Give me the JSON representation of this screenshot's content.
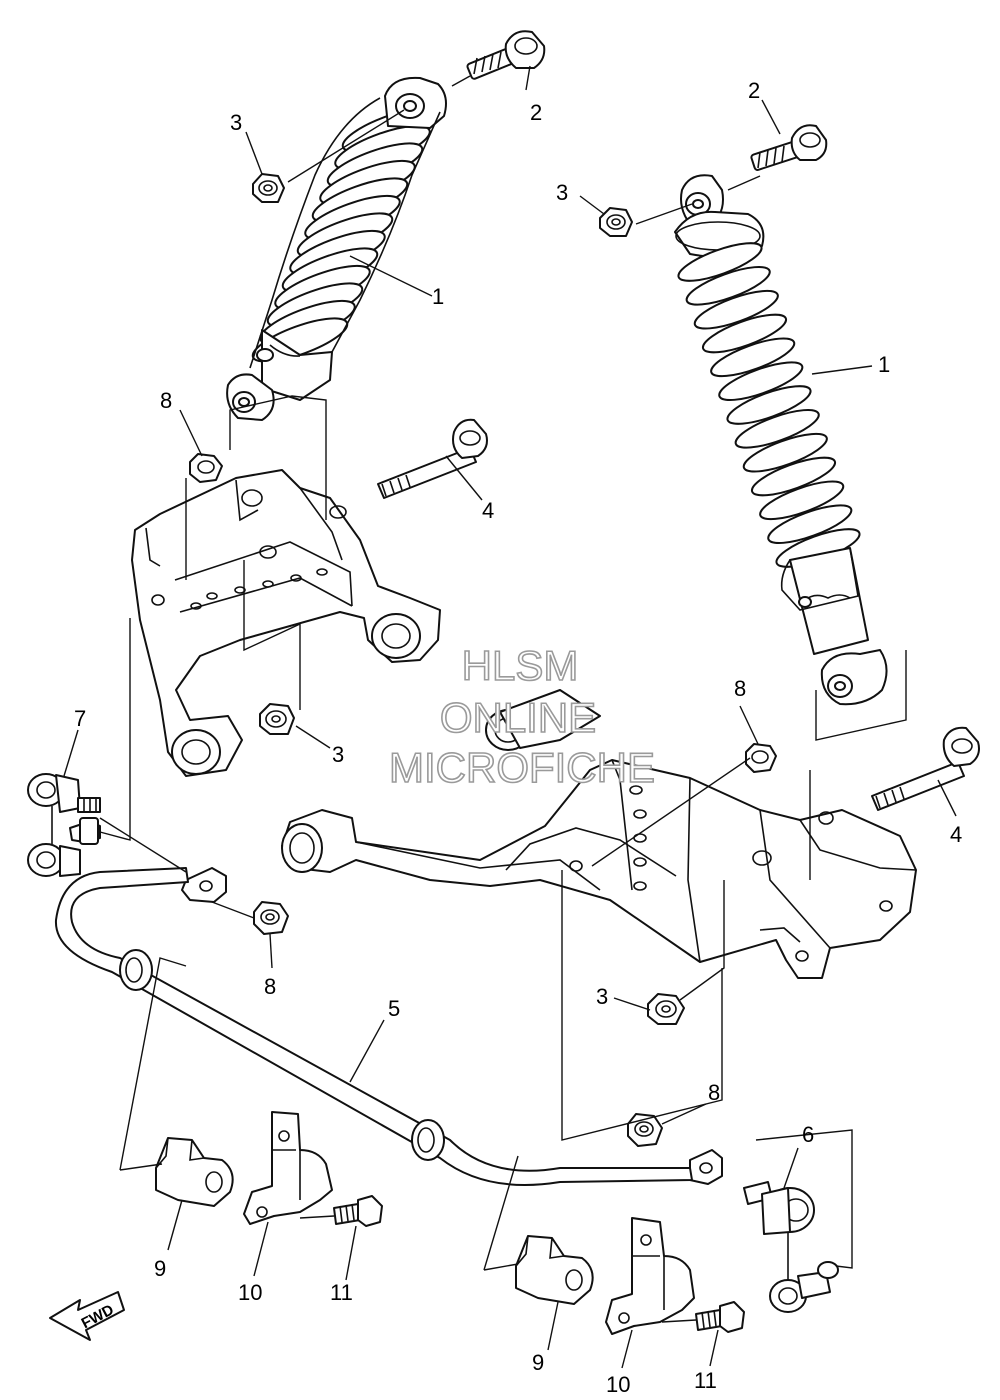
{
  "watermark": {
    "line1": "HLSM",
    "line2": "ONLINE",
    "line3": "MICROFICHE",
    "color": "#9a9a9a"
  },
  "direction_label": "FWD",
  "callouts": {
    "c1a": "1",
    "c1b": "1",
    "c2a": "2",
    "c2b": "2",
    "c3a": "3",
    "c3b": "3",
    "c3c": "3",
    "c3d": "3",
    "c4a": "4",
    "c4b": "4",
    "c5": "5",
    "c6": "6",
    "c7": "7",
    "c8a": "8",
    "c8b": "8",
    "c8c": "8",
    "c8d": "8",
    "c9a": "9",
    "c9b": "9",
    "c10a": "10",
    "c10b": "10",
    "c11a": "11",
    "c11b": "11"
  }
}
